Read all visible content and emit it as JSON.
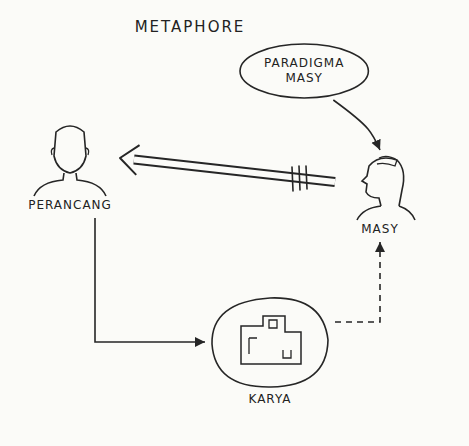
{
  "diagram": {
    "title": "METAPHORE",
    "nodes": [
      {
        "text": [
          "PARADIGMA MASY"
        ]
      },
      {
        "text": [
          "PERANCANG"
        ]
      },
      {
        "text": [
          "MASY"
        ]
      },
      {
        "text": [
          "KARYA"
        ]
      }
    ],
    "edges": [
      {
        "from": 0,
        "to": 2,
        "arrow": "to"
      },
      {
        "from": 2,
        "to": 1,
        "arrow": "to"
      },
      {
        "from": 1,
        "to": 3,
        "arrow": "to"
      },
      {
        "from": 3,
        "to": 2,
        "arrow": "to"
      }
    ]
  }
}
